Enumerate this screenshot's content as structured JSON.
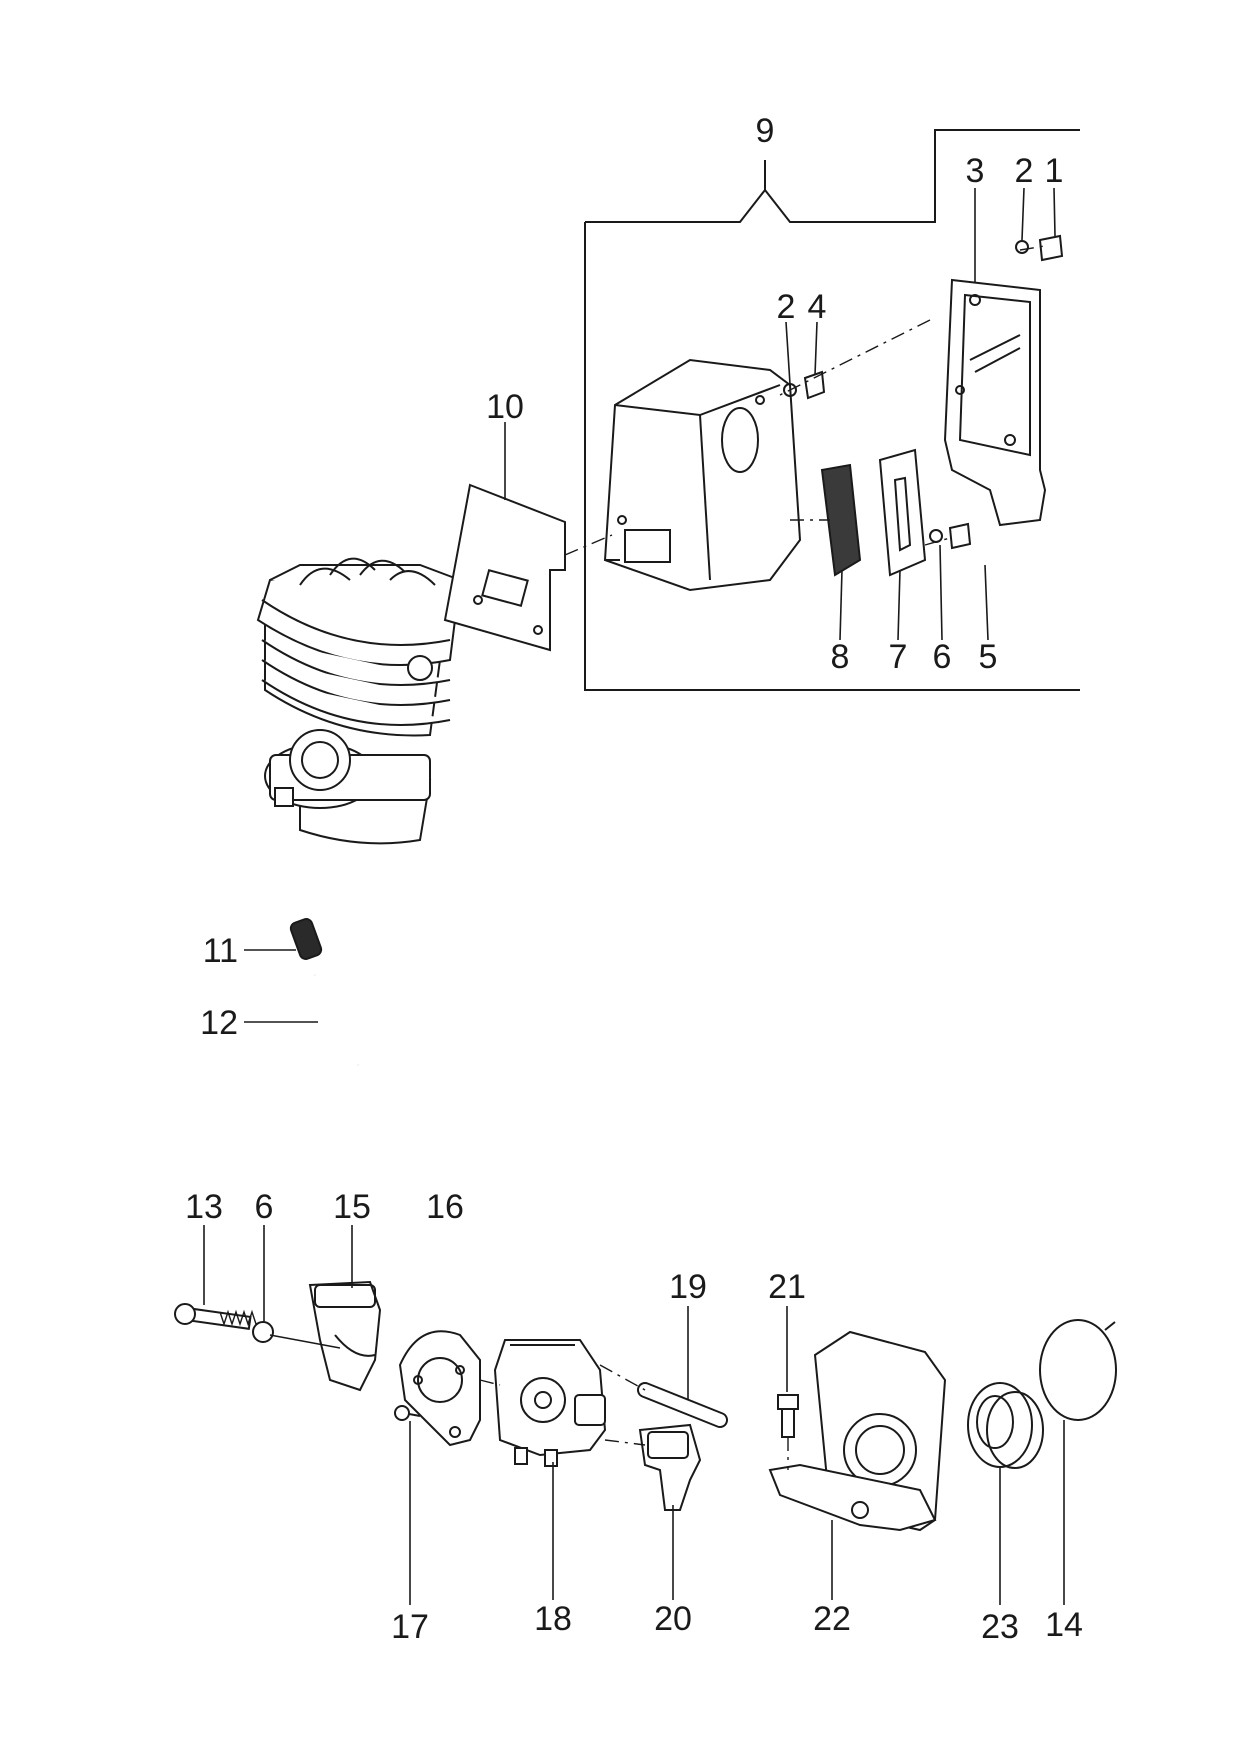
{
  "callouts": {
    "c1": "1",
    "c2a": "2",
    "c3": "3",
    "c2b": "2",
    "c4": "4",
    "c5": "5",
    "c6a": "6",
    "c7": "7",
    "c8": "8",
    "c9": "9",
    "c10": "10",
    "c11": "11",
    "c12": "12",
    "c13": "13",
    "c6b": "6",
    "c15": "15",
    "c16": "16",
    "c17": "17",
    "c18": "18",
    "c19": "19",
    "c20": "20",
    "c21": "21",
    "c22": "22",
    "c23": "23",
    "c14": "14"
  }
}
